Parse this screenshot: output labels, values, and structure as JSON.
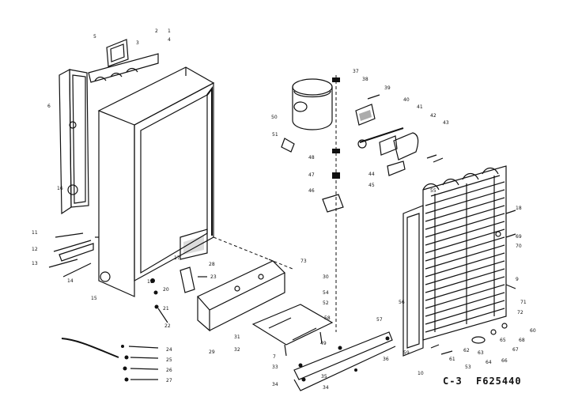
{
  "diagram": {
    "page_code": "C-3",
    "drawing_number": "F625440",
    "callouts": {
      "c1": "1",
      "c2": "2",
      "c3": "3",
      "c4": "4",
      "c5": "5",
      "c6": "6",
      "c7": "7",
      "c9": "9",
      "c10": "10",
      "c11": "11",
      "c12": "12",
      "c13": "13",
      "c14": "14",
      "c15": "15",
      "c16": "16",
      "c17": "17",
      "c18": "18",
      "c19": "19",
      "c20": "20",
      "c21": "21",
      "c22": "22",
      "c23": "23",
      "c24": "24",
      "c25": "25",
      "c26": "26",
      "c27": "27",
      "c28": "28",
      "c29": "29",
      "c30": "30",
      "c31": "31",
      "c32": "32",
      "c33": "33",
      "c34a": "34",
      "c34b": "34",
      "c35": "35",
      "c36": "36",
      "c37": "37",
      "c38": "38",
      "c39": "39",
      "c40": "40",
      "c41": "41",
      "c42": "42",
      "c43": "43",
      "c44": "44",
      "c45": "45",
      "c46": "46",
      "c47": "47",
      "c48": "48",
      "c49": "49",
      "c50": "50",
      "c51": "51",
      "c52": "52",
      "c53": "53",
      "c54": "54",
      "c55": "55",
      "c56": "56",
      "c57": "57",
      "c58": "58",
      "c59": "59",
      "c60": "60",
      "c61": "61",
      "c62": "62",
      "c63": "63",
      "c64": "64",
      "c65": "65",
      "c66": "66",
      "c67": "67",
      "c68": "68",
      "c69": "69",
      "c70": "70",
      "c71": "71",
      "c72": "72",
      "c73": "73"
    }
  }
}
